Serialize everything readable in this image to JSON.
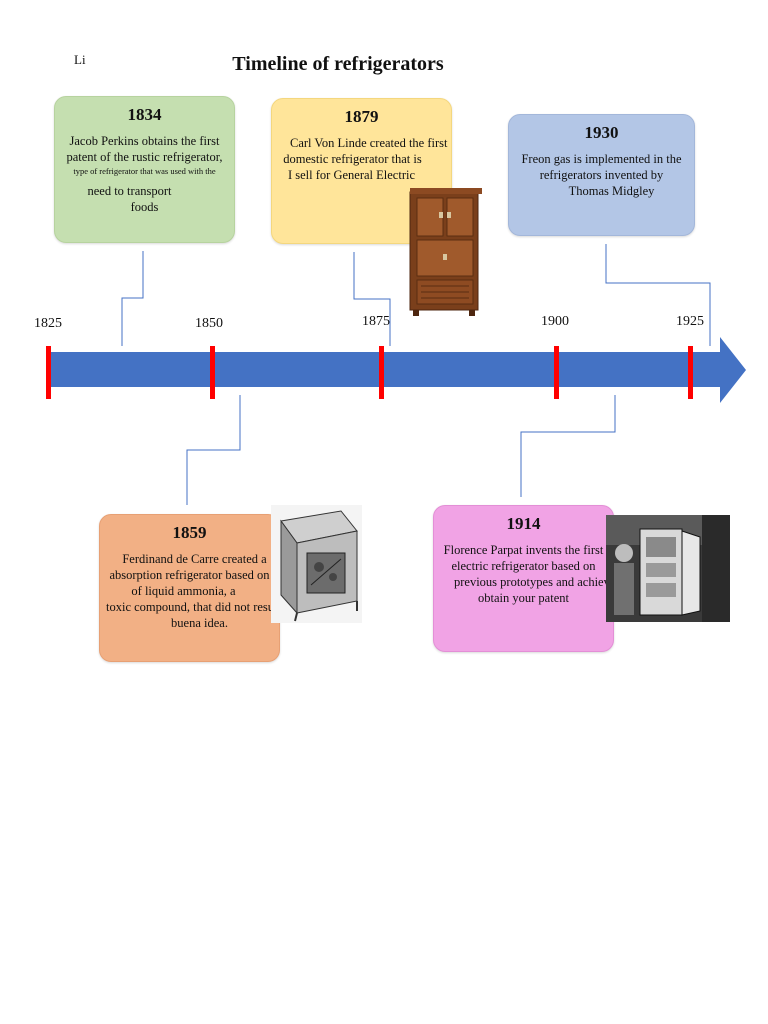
{
  "corner_text": "Li",
  "title": "Timeline of refrigerators",
  "axis_labels": [
    "1825",
    "1850",
    "1875",
    "1900",
    "1925"
  ],
  "events": [
    {
      "id": "1834",
      "year": "1834",
      "lines": [
        "Jacob Perkins obtains the first",
        "patent of the rustic refrigerator,",
        "type of refrigerator that was used with the",
        "need to transport",
        "foods"
      ],
      "color": "#c5dfb0"
    },
    {
      "id": "1879",
      "year": "1879",
      "lines": [
        "Carl Von Linde created the first",
        "domestic refrigerator that is",
        "I sell for General Electric"
      ],
      "color": "#ffe59a"
    },
    {
      "id": "1930",
      "year": "1930",
      "lines": [
        "Freon gas is implemented in the",
        "refrigerators invented by",
        "Thomas Midgley"
      ],
      "color": "#b3c6e6"
    },
    {
      "id": "1859",
      "year": "1859",
      "lines": [
        "Ferdinand de Carre created a",
        "absorption refrigerator based on",
        "of liquid ammonia, a",
        "toxic compound, that did not result",
        "buena idea."
      ],
      "color": "#f2b085"
    },
    {
      "id": "1914",
      "year": "1914",
      "lines": [
        "Florence Parpat invents the first",
        "electric refrigerator based on",
        "previous prototypes and achieves",
        "obtain your patent"
      ],
      "color": "#f1a3e5"
    }
  ],
  "colors": {
    "arrow": "#4472c4",
    "tick": "#ff0000",
    "connector": "#4472c4"
  }
}
